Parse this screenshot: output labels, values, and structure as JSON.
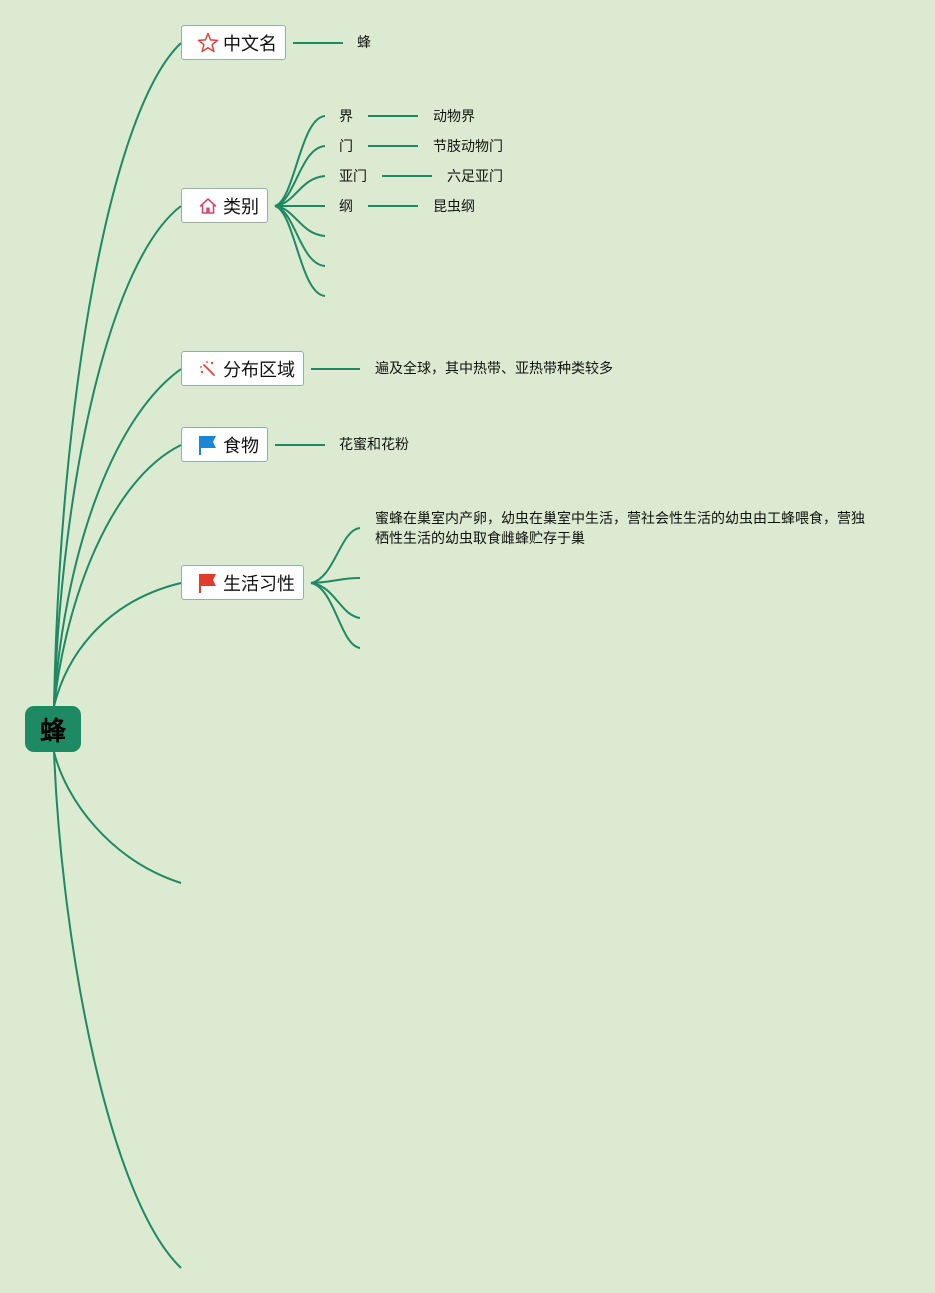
{
  "root": {
    "label": "蜂"
  },
  "topics": {
    "name": {
      "label": "中文名",
      "icon": "star-icon",
      "value": "蜂"
    },
    "category": {
      "label": "类别",
      "icon": "home-icon",
      "rows": [
        {
          "key": "界",
          "value": "动物界"
        },
        {
          "key": "门",
          "value": "节肢动物门"
        },
        {
          "key": "亚门",
          "value": "六足亚门"
        },
        {
          "key": "纲",
          "value": "昆虫纲"
        }
      ]
    },
    "region": {
      "label": "分布区域",
      "icon": "magic-wand-icon",
      "value": "遍及全球，其中热带、亚热带种类较多"
    },
    "food": {
      "label": "食物",
      "icon": "blue-flag-icon",
      "value": "花蜜和花粉"
    },
    "habits": {
      "label": "生活习性",
      "icon": "red-flag-icon",
      "value": "蜜蜂在巢室内产卵，幼虫在巢室中生活，营社会性生活的幼虫由工蜂喂食，营独栖性生活的幼虫取食雌蜂贮存于巢"
    }
  },
  "colors": {
    "background": "#dbead1",
    "line": "#1e8a63",
    "root_fill": "#1e8a63"
  }
}
